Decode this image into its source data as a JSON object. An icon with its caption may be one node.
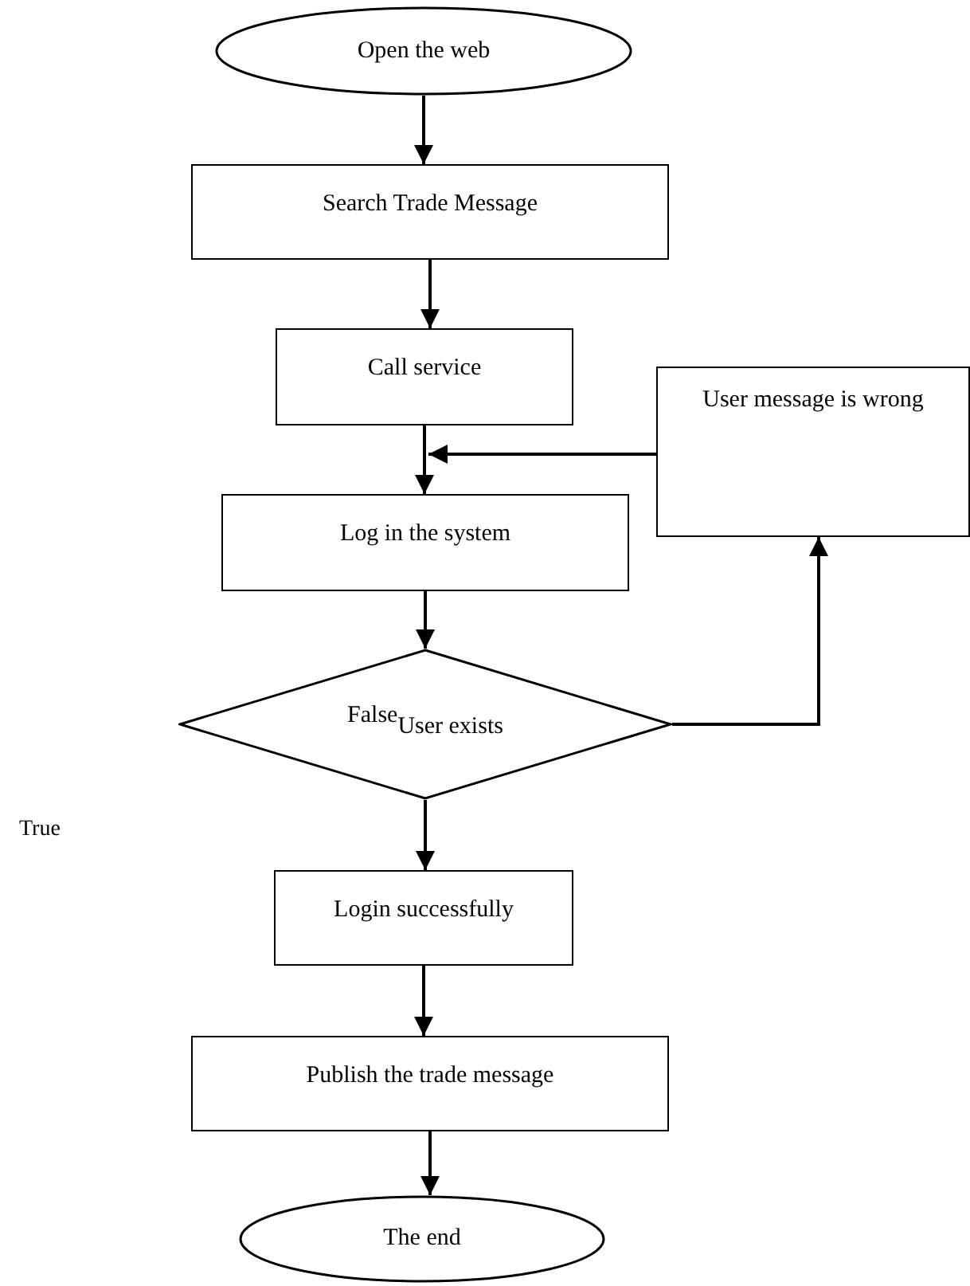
{
  "diagram": {
    "nodes": [
      {
        "text": [
          "Open the web"
        ]
      },
      {
        "text": [
          "Search Trade Message"
        ]
      },
      {
        "text": [
          "Call service"
        ]
      },
      {
        "text": [
          "User message is wrong"
        ]
      },
      {
        "text": [
          "Log in the system"
        ]
      },
      {
        "text": [
          "False",
          "User exists"
        ]
      },
      {
        "text": [
          "Login successfully"
        ]
      },
      {
        "text": [
          "Publish the trade message"
        ]
      },
      {
        "text": [
          "The end"
        ]
      }
    ],
    "edges": [
      {
        "from": 0,
        "to": 1,
        "arrow": "to"
      },
      {
        "from": 1,
        "to": 2,
        "arrow": "to"
      },
      {
        "from": 2,
        "to": 4,
        "arrow": "to"
      },
      {
        "from": 3,
        "to": 4,
        "arrow": "to"
      },
      {
        "from": 4,
        "to": 5,
        "arrow": "to"
      },
      {
        "from": 5,
        "to": 3,
        "arrow": "to"
      },
      {
        "from": 5,
        "to": 6,
        "arrow": "to"
      },
      {
        "from": 6,
        "to": 7,
        "arrow": "to"
      },
      {
        "from": 7,
        "to": 8,
        "arrow": "to"
      }
    ],
    "labels": [
      "True"
    ]
  }
}
